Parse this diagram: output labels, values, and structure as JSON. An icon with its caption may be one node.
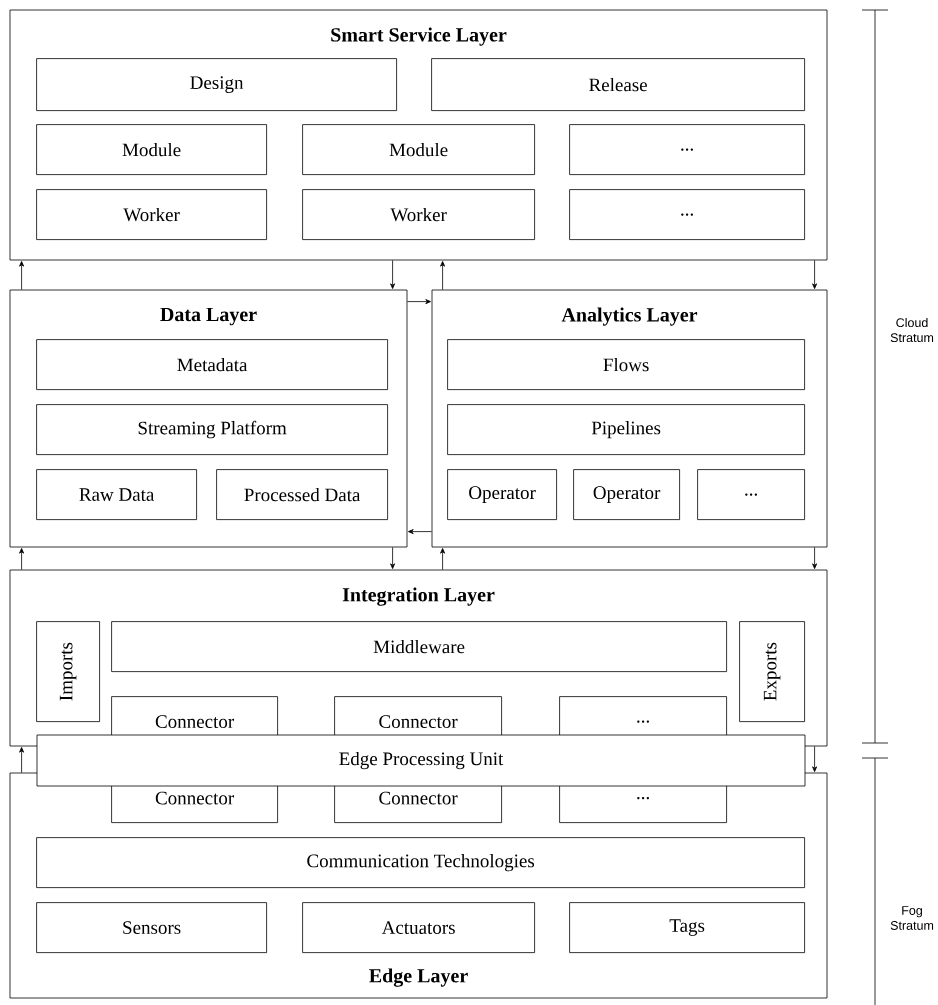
{
  "diagram": {
    "nodes": [
      {
        "text": [
          "Smart Service Layer"
        ]
      },
      {
        "text": [
          "Design"
        ],
        "in": 0
      },
      {
        "text": [
          "Release"
        ],
        "in": 0
      },
      {
        "text": [
          "Module"
        ],
        "in": 0
      },
      {
        "text": [
          "Module"
        ],
        "in": 0
      },
      {
        "text": [
          "..."
        ],
        "in": 0
      },
      {
        "text": [
          "Worker"
        ],
        "in": 0
      },
      {
        "text": [
          "Worker"
        ],
        "in": 0
      },
      {
        "text": [
          "..."
        ],
        "in": 0
      },
      {
        "text": [
          "Data Layer"
        ]
      },
      {
        "text": [
          "Metadata"
        ],
        "in": 9
      },
      {
        "text": [
          "Streaming Platform"
        ],
        "in": 9
      },
      {
        "text": [
          "Raw Data"
        ],
        "in": 9
      },
      {
        "text": [
          "Processed Data"
        ],
        "in": 9
      },
      {
        "text": [
          "Analytics Layer"
        ]
      },
      {
        "text": [
          "Flows"
        ],
        "in": 14
      },
      {
        "text": [
          "Pipelines"
        ],
        "in": 14
      },
      {
        "text": [
          "Operator"
        ],
        "in": 14
      },
      {
        "text": [
          "Operator"
        ],
        "in": 14
      },
      {
        "text": [
          "..."
        ],
        "in": 14
      },
      {
        "text": [
          "Integration Layer"
        ]
      },
      {
        "text": [
          "Imports"
        ],
        "in": 20
      },
      {
        "text": [
          "Middleware"
        ],
        "in": 20
      },
      {
        "text": [
          "Connector"
        ],
        "in": 20
      },
      {
        "text": [
          "Connector"
        ],
        "in": 20
      },
      {
        "text": [
          "..."
        ],
        "in": 20
      },
      {
        "text": [
          "Exports"
        ],
        "in": 20
      },
      {
        "text": [
          "Edge Processing Unit"
        ]
      },
      {
        "text": [
          "Edge Layer"
        ]
      },
      {
        "text": [
          "Connector"
        ],
        "in": 28
      },
      {
        "text": [
          "Connector"
        ],
        "in": 28
      },
      {
        "text": [
          "..."
        ],
        "in": 28
      },
      {
        "text": [
          "Communication Technologies"
        ],
        "in": 28
      },
      {
        "text": [
          "Sensors"
        ],
        "in": 28
      },
      {
        "text": [
          "Actuators"
        ],
        "in": 28
      },
      {
        "text": [
          "Tags"
        ],
        "in": 28
      }
    ],
    "edges": [
      {
        "from": 9,
        "to": 0,
        "arrow": "to"
      },
      {
        "from": 0,
        "to": 9,
        "arrow": "to"
      },
      {
        "from": 14,
        "to": 0,
        "arrow": "to"
      },
      {
        "from": 0,
        "to": 14,
        "arrow": "to"
      },
      {
        "from": 9,
        "to": 14,
        "arrow": "to"
      },
      {
        "from": 14,
        "to": 9,
        "arrow": "to"
      },
      {
        "from": 20,
        "to": 9,
        "arrow": "to"
      },
      {
        "from": 9,
        "to": 20,
        "arrow": "to"
      },
      {
        "from": 20,
        "to": 14,
        "arrow": "to"
      },
      {
        "from": 14,
        "to": 20,
        "arrow": "to"
      },
      {
        "from": 28,
        "to": 20,
        "arrow": "to"
      },
      {
        "from": 20,
        "to": 28,
        "arrow": "to"
      }
    ],
    "labels": [
      "Cloud Stratum",
      "Fog Stratum"
    ]
  }
}
